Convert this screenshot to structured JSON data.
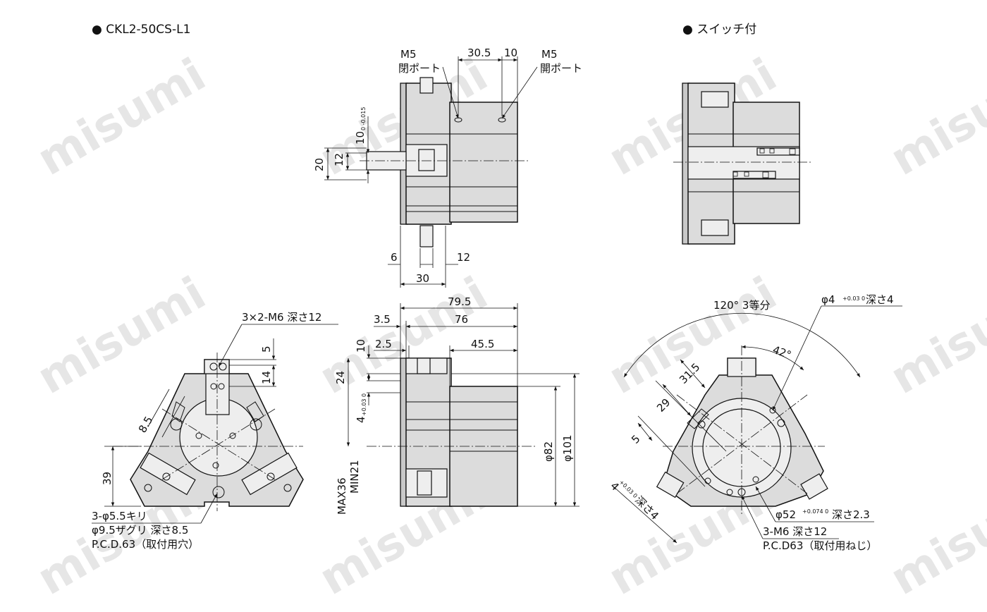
{
  "watermark": "misumi",
  "titles": {
    "main": "● CKL2-50CS-L1",
    "switch": "● スイッチ付"
  },
  "side_view": {
    "port_left": "M5",
    "port_left_sub": "閉ポート",
    "port_right": "M5",
    "port_right_sub": "開ポート",
    "dim_30_5": "30.5",
    "dim_10_top": "10",
    "dim_10_tol": "10",
    "tol_10": "0 -0.015",
    "dim_20": "20",
    "dim_12_left": "12",
    "dim_6": "6",
    "dim_12_bottom": "12",
    "dim_30": "30"
  },
  "bottom_left": {
    "note_top": "3×2-M6 深さ12",
    "dim_5": "5",
    "dim_14": "14",
    "dim_8_5": "8.5",
    "dim_39": "39",
    "note_1": "3-φ5.5キリ",
    "note_2": "φ9.5ザグリ 深さ8.5",
    "note_3": "P.C.D.63（取付用穴）"
  },
  "bottom_mid": {
    "dim_79_5": "79.5",
    "dim_3_5": "3.5",
    "dim_76": "76",
    "dim_2_5": "2.5",
    "dim_45_5": "45.5",
    "dim_10": "10",
    "dim_24": "24",
    "dim_4": "4",
    "tol_4": "+0.03 0",
    "dim_max36": "MAX36",
    "dim_min21": "MIN21",
    "dim_phi82": "φ82",
    "dim_phi101": "φ101"
  },
  "bottom_right": {
    "note_120": "120° 3等分",
    "note_phi4": "φ4",
    "tol_phi4": "+0.03 0",
    "note_phi4_depth": "深さ4",
    "dim_42": "42°",
    "dim_31_5": "31.5",
    "dim_29": "29",
    "dim_5": "5",
    "dim_4": "4",
    "tol_4": "+0.03 0",
    "dim_4_depth": "深さ4",
    "note_phi52": "φ52",
    "tol_phi52": "+0.074 0",
    "note_phi52_depth": "深さ2.3",
    "note_m6": "3-M6 深さ12",
    "note_pcd": "P.C.D63（取付用ねじ）"
  }
}
